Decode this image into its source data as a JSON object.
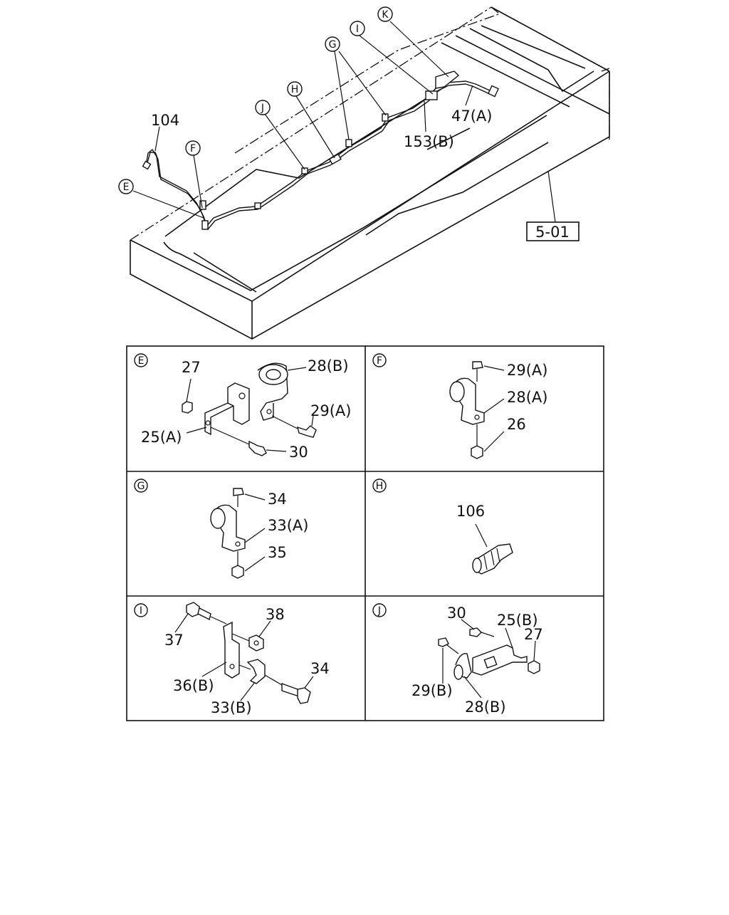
{
  "main": {
    "labels": {
      "l104": "104",
      "l47a": "47(A)",
      "l153b": "153(B)",
      "ref": "5-01"
    },
    "callouts": {
      "E": "E",
      "F": "F",
      "G": "G",
      "H": "H",
      "I": "I",
      "J": "J",
      "K": "K"
    }
  },
  "panels": {
    "E": {
      "letter": "E",
      "labels": [
        "27",
        "28(B)",
        "29(A)",
        "25(A)",
        "30"
      ]
    },
    "F": {
      "letter": "F",
      "labels": [
        "29(A)",
        "28(A)",
        "26"
      ]
    },
    "G": {
      "letter": "G",
      "labels": [
        "34",
        "33(A)",
        "35"
      ]
    },
    "H": {
      "letter": "H",
      "labels": [
        "106"
      ]
    },
    "I": {
      "letter": "I",
      "labels": [
        "37",
        "38",
        "36(B)",
        "34",
        "33(B)"
      ]
    },
    "J": {
      "letter": "J",
      "labels": [
        "30",
        "25(B)",
        "27",
        "29(B)",
        "28(B)"
      ]
    }
  }
}
